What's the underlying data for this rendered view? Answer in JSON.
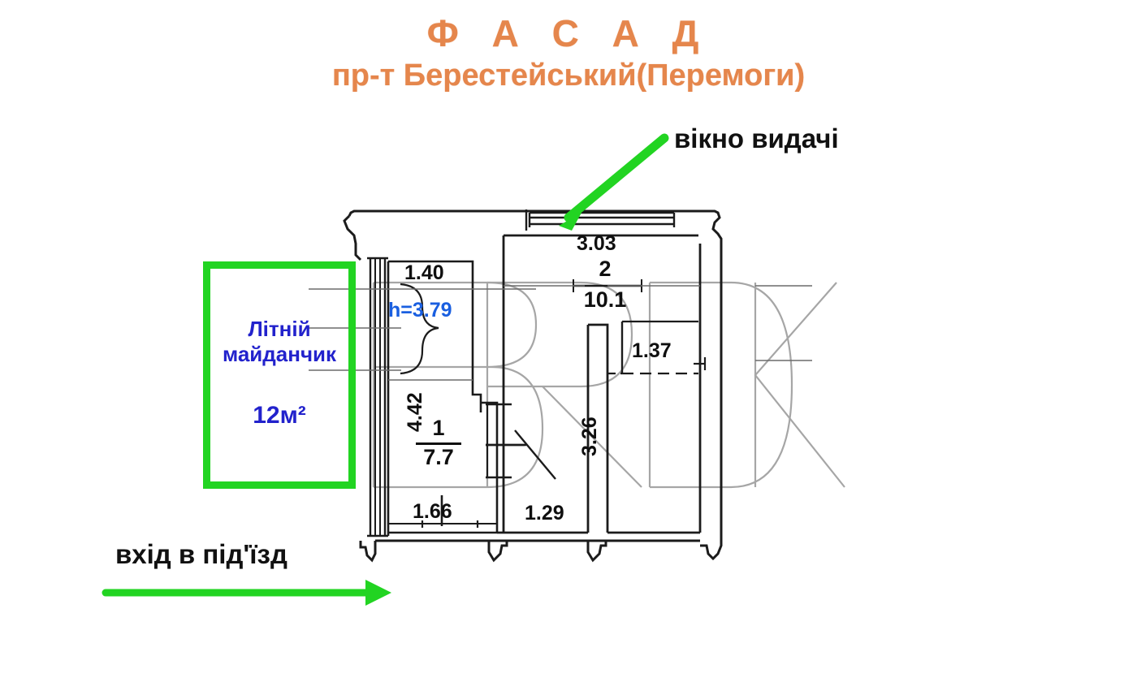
{
  "header": {
    "title_main": "Ф А С А Д",
    "title_sub": "пр-т Берестейський(Перемоги)",
    "title_color": "#e5864c"
  },
  "annotations": {
    "window_label": "вікно видачі",
    "entrance_label": "вхід в під'їзд",
    "arrow_color": "#22d422"
  },
  "highlight": {
    "line1": "Літній",
    "line2": "майданчик",
    "area": "12м²",
    "border_color": "#22d422",
    "text_color": "#2222cc"
  },
  "plan": {
    "height_note": "h=3.79",
    "height_note_color": "#1a5fe0",
    "watermark": "BRDK",
    "watermark_color": "#9a9a9a",
    "rooms": [
      {
        "number": "1",
        "area": "7.7"
      },
      {
        "number": "2",
        "area": "10.1"
      }
    ],
    "dimensions": {
      "top_left": "1.40",
      "top_right": "3.03",
      "left_vertical": "4.42",
      "bottom_left": "1.66",
      "bottom_mid": "1.29",
      "mid_vertical": "3.26",
      "right_niche": "1.37"
    }
  }
}
